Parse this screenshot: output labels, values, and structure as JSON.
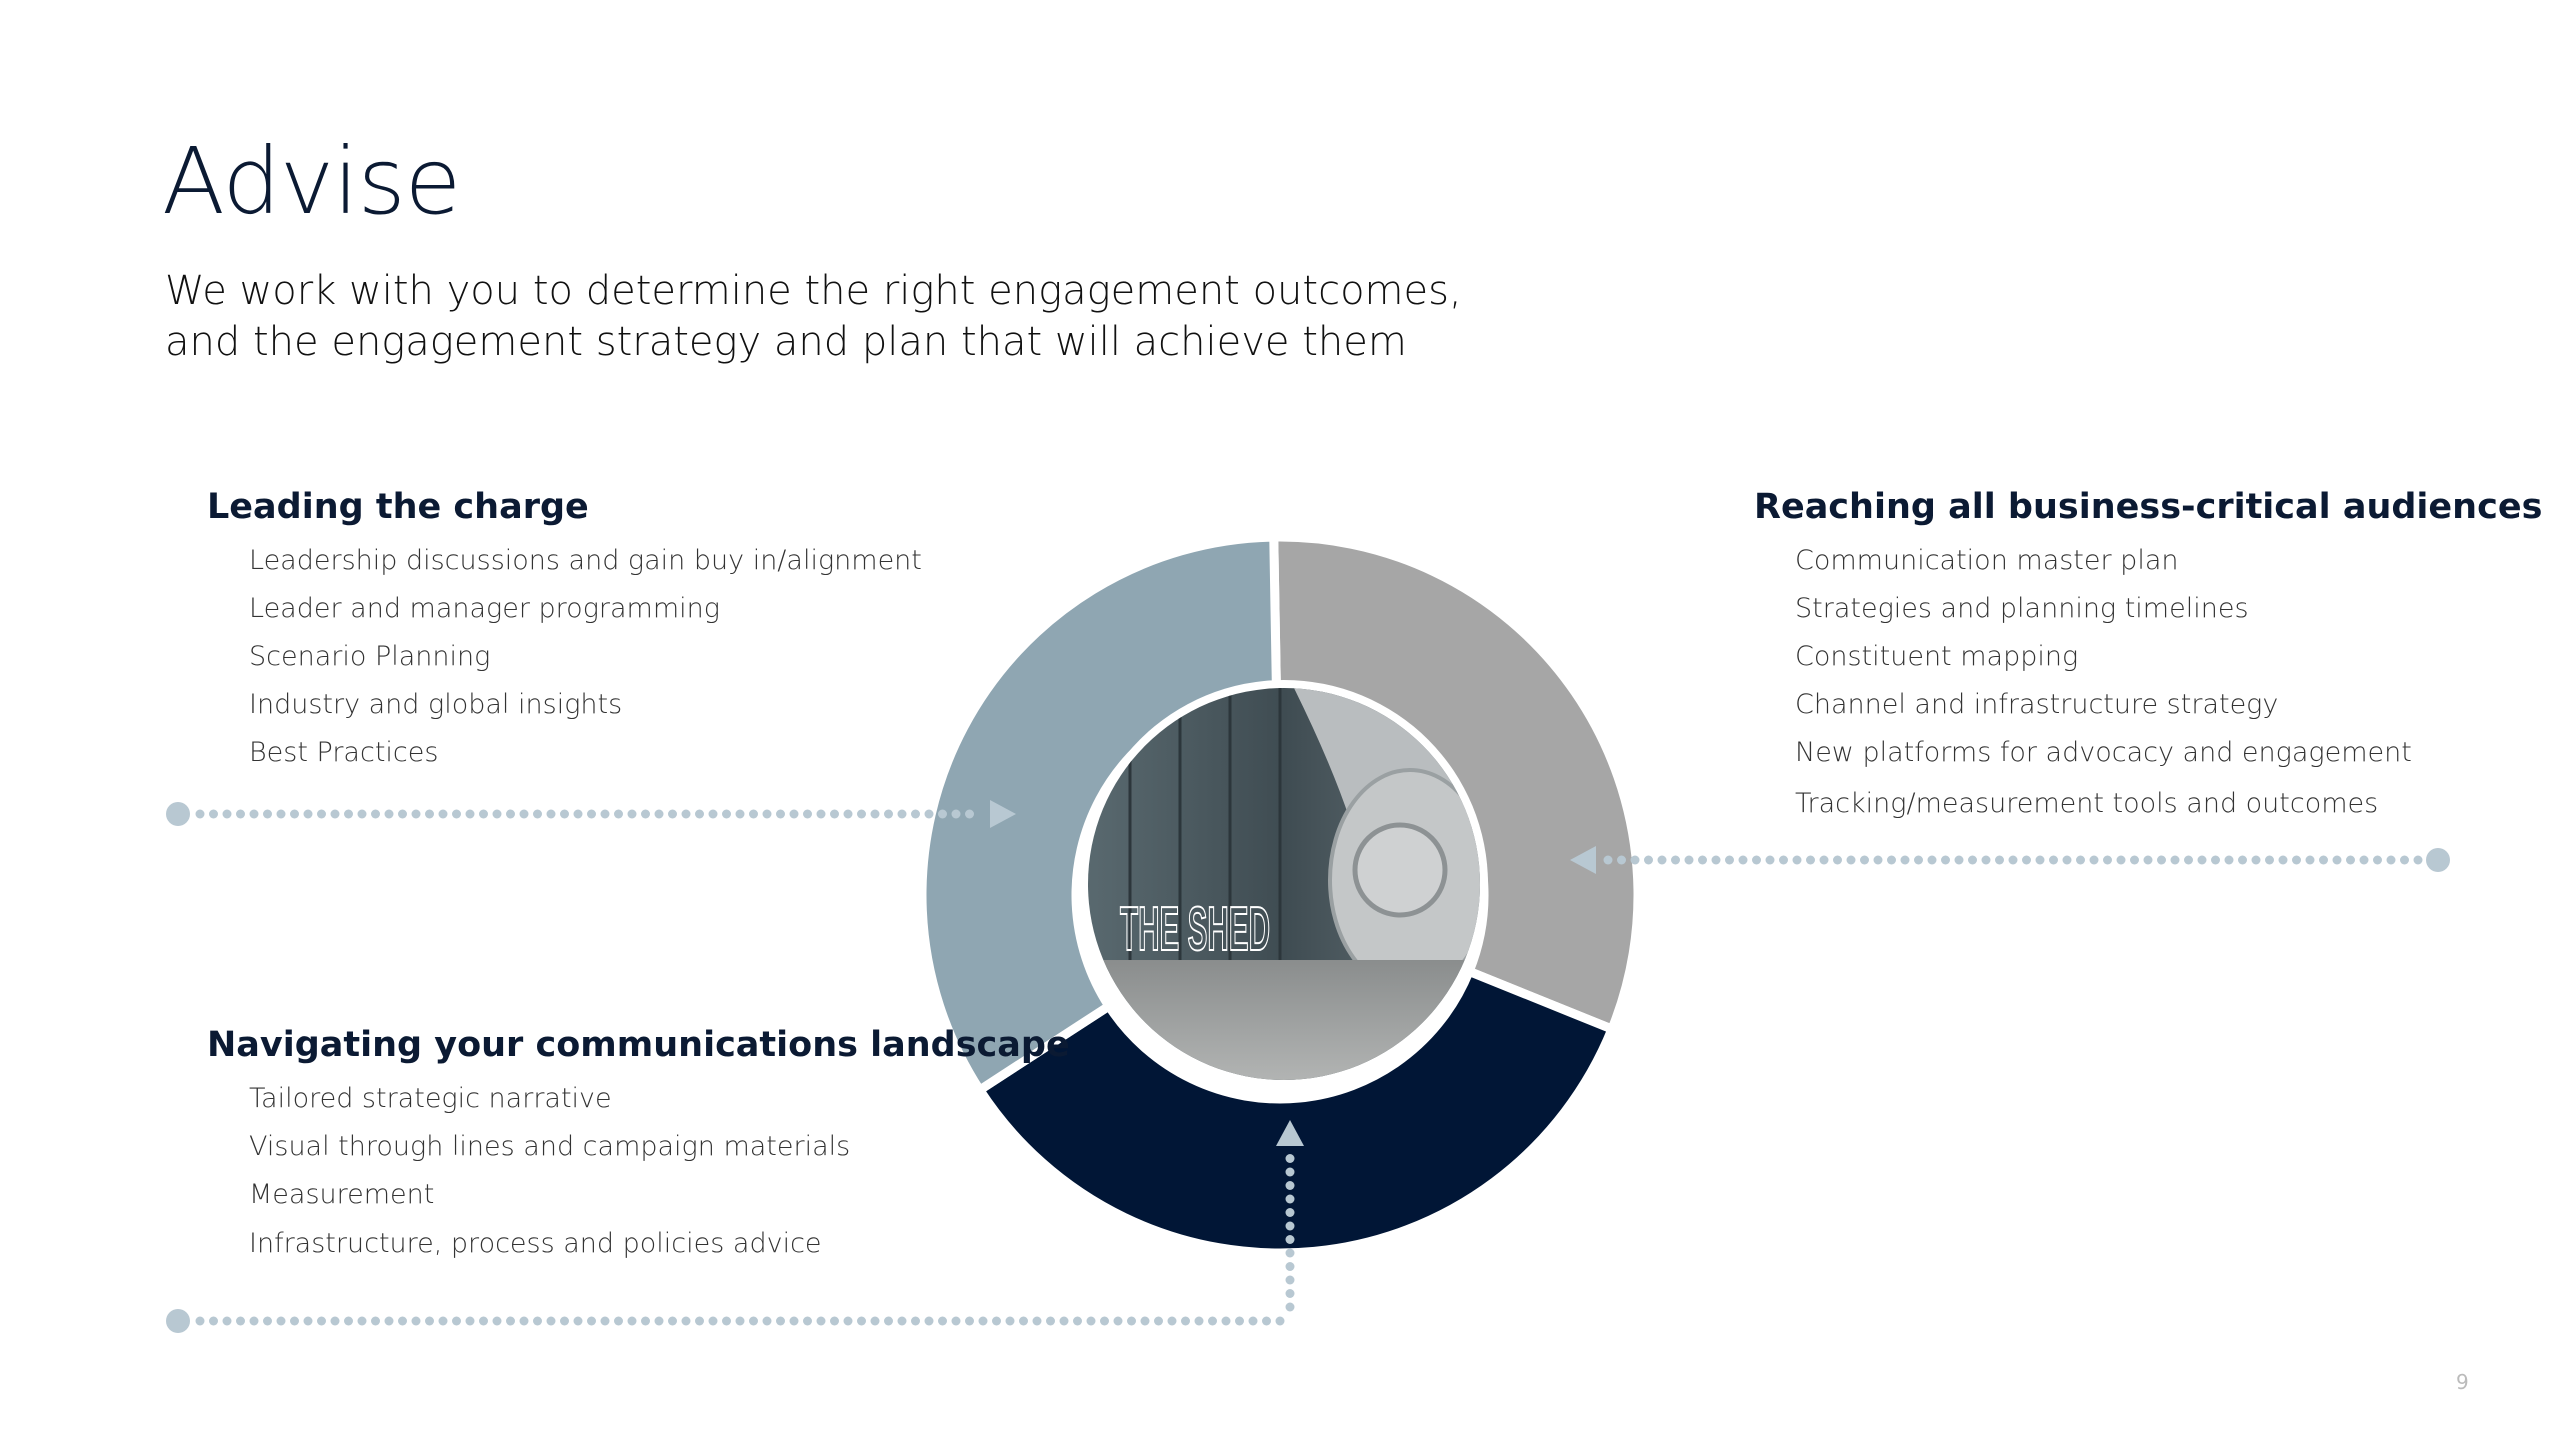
{
  "title": "Advise",
  "subtitle": {
    "line1": "We work with you to determine the right engagement outcomes,",
    "line2": "and the engagement strategy and plan that will achieve them"
  },
  "sections": {
    "leading": {
      "heading": "Leading the charge",
      "items": [
        "Leadership discussions and gain buy in/alignment",
        "Leader and manager programming",
        "Scenario Planning",
        "Industry and global insights",
        "Best Practices"
      ]
    },
    "reaching": {
      "heading": "Reaching all business-critical audiences",
      "items": [
        "Communication master plan",
        "Strategies and planning timelines",
        "Constituent mapping",
        "Channel and infrastructure strategy",
        "New platforms for advocacy and engagement",
        "Tracking/measurement tools and outcomes"
      ]
    },
    "navigating": {
      "heading": "Navigating your communications landscape",
      "items": [
        "Tailored strategic narrative",
        "Visual through lines and campaign materials",
        "Measurement",
        "Infrastructure, process and policies advice"
      ]
    }
  },
  "center_image": {
    "sign_text": "THE SHED"
  },
  "colors": {
    "bluegray": "#8fa6b2",
    "gray": "#a6a6a6",
    "navy": "#011636",
    "connector": "#b8c8d2"
  },
  "page_number": "9"
}
